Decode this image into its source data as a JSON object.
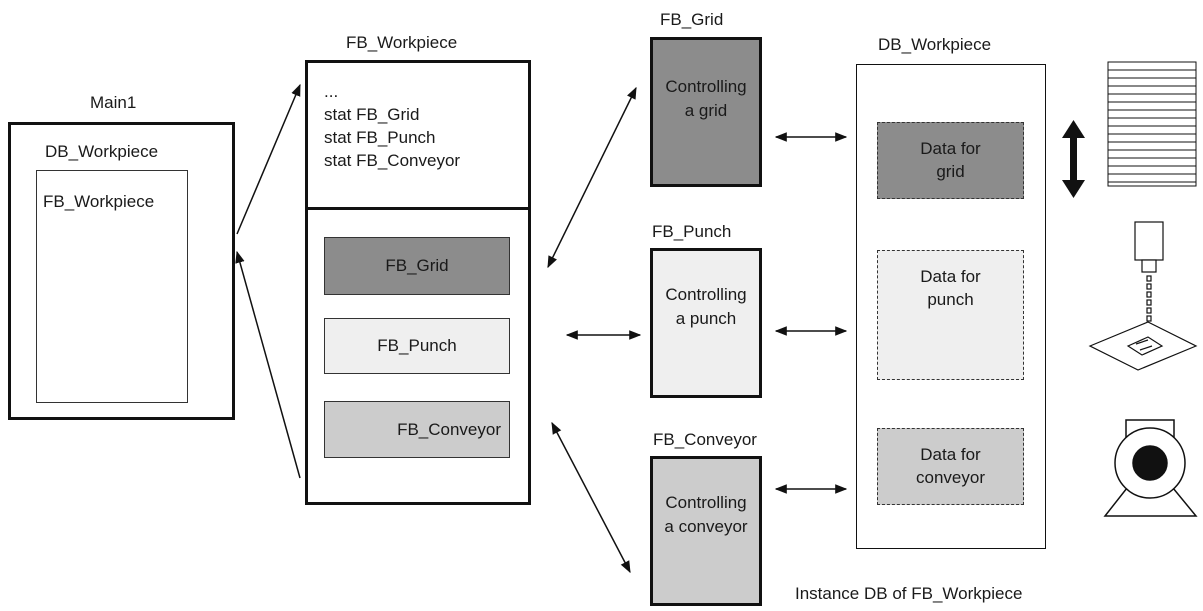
{
  "main1": {
    "title": "Main1",
    "db_label": "DB_Workpiece",
    "fb_label": "FB_Workpiece"
  },
  "fb_workpiece": {
    "title": "FB_Workpiece",
    "ellipsis": "...",
    "stat_lines": [
      "stat FB_Grid",
      "stat FB_Punch",
      "stat FB_Conveyor"
    ],
    "blocks": [
      "FB_Grid",
      "FB_Punch",
      "FB_Conveyor"
    ]
  },
  "sub_fbs": [
    {
      "title": "FB_Grid",
      "line1": "Controlling",
      "line2": "a grid",
      "fill": "#8c8c8c"
    },
    {
      "title": "FB_Punch",
      "line1": "Controlling",
      "line2": "a punch",
      "fill": "#efefef"
    },
    {
      "title": "FB_Conveyor",
      "line1": "Controlling",
      "line2": "a conveyor",
      "fill": "#cccccc"
    }
  ],
  "db_workpiece": {
    "title": "DB_Workpiece",
    "data": [
      {
        "line1": "Data for",
        "line2": "grid",
        "fill": "#8c8c8c"
      },
      {
        "line1": "Data for",
        "line2": "punch",
        "fill": "#efefef"
      },
      {
        "line1": "Data for",
        "line2": "conveyor",
        "fill": "#cccccc"
      }
    ],
    "caption": "Instance DB of FB_Workpiece"
  },
  "colors": {
    "dark": "#8c8c8c",
    "light": "#efefef",
    "mid": "#cccccc",
    "stroke": "#111111"
  },
  "icons": [
    "grid-device-icon",
    "vertical-double-arrow-icon",
    "punch-device-icon",
    "conveyor-motor-icon"
  ]
}
